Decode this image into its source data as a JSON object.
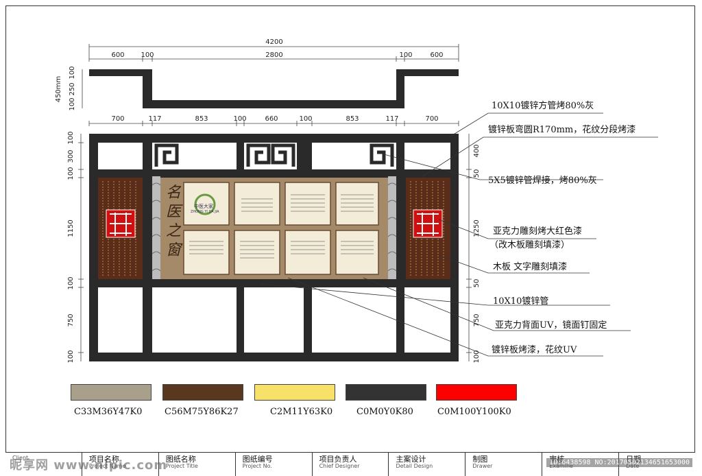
{
  "dimensions": {
    "top_total": "4200",
    "top_segments": [
      "600",
      "100",
      "2800",
      "100",
      "600"
    ],
    "side_left_top": [
      "100",
      "250",
      "100"
    ],
    "side_left_unit": "450mm",
    "mid_segments": [
      "700",
      "117",
      "853",
      "100",
      "660",
      "100",
      "853",
      "117",
      "700"
    ],
    "left_vertical": [
      "100",
      "300",
      "100",
      "1150",
      "100",
      "750",
      "100"
    ],
    "right_vertical": [
      "400",
      "50",
      "1250",
      "50",
      "750",
      "100"
    ]
  },
  "center_title": "名医之窗",
  "logo_cn": "中医大家",
  "logo_en": "ZHONG YI DA JIA",
  "annotations": [
    "10X10镀锌方管烤80%灰",
    "镀锌板弯圆R170mm，花纹分段烤漆",
    "5X5镀锌管焊接，烤80%灰",
    "亚克力雕刻烤大红色漆",
    "（改木板雕刻填漆）",
    "木板 文字雕刻填漆",
    "10X10镀锌管",
    "亚克力背面UV，镜面钉固定",
    "镀锌板烤漆，花纹UV"
  ],
  "swatches": [
    {
      "label": "C33M36Y47K0",
      "color": "#a9a08c"
    },
    {
      "label": "C56M75Y86K27",
      "color": "#5a3820"
    },
    {
      "label": "C2M11Y63K0",
      "color": "#f7e169"
    },
    {
      "label": "C0M0Y0K80",
      "color": "#333333"
    },
    {
      "label": "C0M100Y100K0",
      "color": "#ff0000"
    }
  ],
  "title_block": [
    {
      "cn": "",
      "en": "Client"
    },
    {
      "cn": "项目名称",
      "en": "Project Name"
    },
    {
      "cn": "图纸名称",
      "en": "Project Title"
    },
    {
      "cn": "图纸编号",
      "en": "Project No."
    },
    {
      "cn": "项目负责人",
      "en": "Chief Designer"
    },
    {
      "cn": "主案设计",
      "en": "Detail Design"
    },
    {
      "cn": "制图",
      "en": "Drawer"
    },
    {
      "cn": "审核",
      "en": "Examine"
    },
    {
      "cn": "日期",
      "en": "Date"
    }
  ],
  "watermark": "昵享网 www.nipic.com",
  "stamp": "ID:6438598 NO:20170502134651653000",
  "colors": {
    "frame": "#2a2a2a",
    "wood": "#5a2d1a",
    "center_panel": "#a58a6a",
    "red": "#d01010",
    "paper": "#f2ecd8"
  }
}
